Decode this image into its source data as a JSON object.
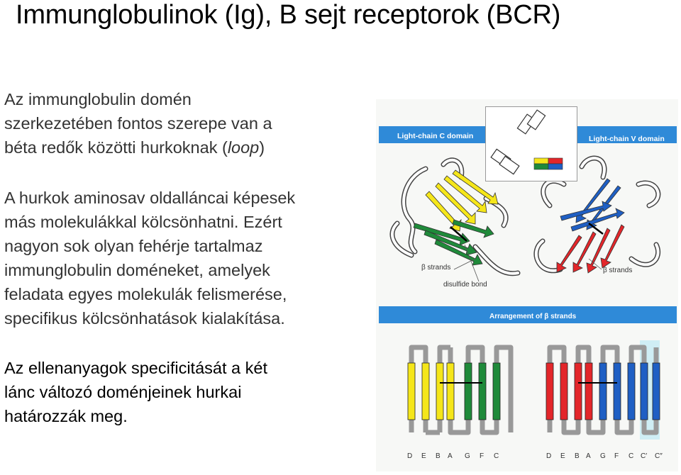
{
  "slide": {
    "title": "Immunglobulinok (Ig), B sejt receptorok (BCR)",
    "paragraph1": {
      "line1": "Az immunglobulin domén",
      "line2": "szerkezetében fontos szerepe van a",
      "line3_prefix": "béta redők közötti hurkoknak (",
      "line3_italic": "loop",
      "line3_suffix": ")"
    },
    "paragraph2": {
      "line1": "A hurkok aminosav oldalláncai képesek",
      "line2": "más molekulákkal kölcsönhatni. Ezért",
      "line3": "nagyon sok olyan fehérje tartalmaz",
      "line4": "immunglobulin doméneket, amelyek",
      "line5": "feladata egyes molekulák felismerése,",
      "line6": "specifikus kölcsönhatások kialakítása."
    },
    "paragraph3": {
      "line1": "Az ellenanyagok specificitását a két",
      "line2": "lánc változó doménjeinek hurkai",
      "line3": "határozzák meg."
    }
  },
  "figure": {
    "header_left": "Light-chain C domain",
    "header_right": "Light-chain V domain",
    "label_beta_left": "β strands",
    "label_beta_right": "β strands",
    "label_disulfide": "disulfide bond",
    "arrangement_header": "Arrangement of β strands",
    "strand_letters_left": [
      "D",
      "E",
      "B",
      "A",
      "G",
      "F",
      "C"
    ],
    "strand_letters_right": [
      "D",
      "E",
      "B",
      "A",
      "G",
      "F",
      "C",
      "C′",
      "C″"
    ],
    "colors": {
      "header_bar": "#2f8ad8",
      "yellow": "#f5e61a",
      "green": "#1f8a3a",
      "red": "#e3262a",
      "blue": "#1f5fc4",
      "loop": "#ffffff"
    }
  }
}
